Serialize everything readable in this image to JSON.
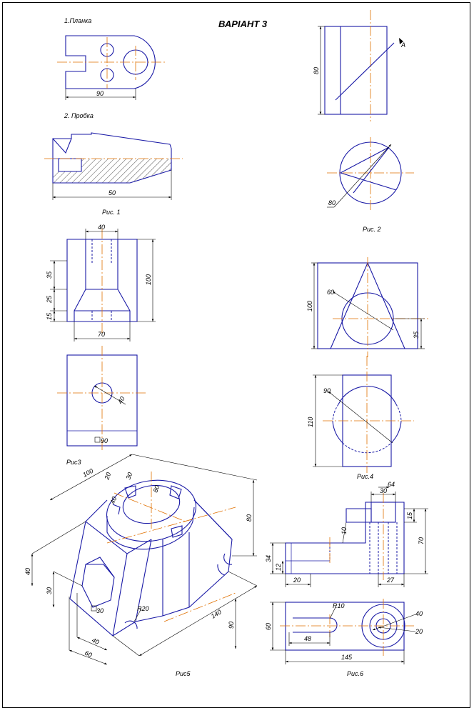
{
  "title": "ВАРІАНТ 3",
  "fig1": {
    "part1_label": "1.Планка",
    "part2_label": "2. Пробка",
    "dim_plate_length": "90",
    "dim_plug_length": "50",
    "caption": "Рис. 1"
  },
  "fig2": {
    "dim_height": "80",
    "dim_diameter": "80",
    "point_label": "A",
    "caption": "Рис. 2"
  },
  "fig3": {
    "dim_top_width": "40",
    "dim_35": "35",
    "dim_25": "25",
    "dim_15": "15",
    "dim_height": "100",
    "dim_base_width": "70",
    "dim_hole": "40",
    "dim_square": "90",
    "caption": "Рис3"
  },
  "fig4": {
    "dim_sphere_top": "60",
    "dim_height_top": "100",
    "dim_35": "35",
    "dim_sphere_bottom": "90",
    "dim_height_bottom": "110",
    "caption": "Рис.4"
  },
  "fig5": {
    "dim_100": "100",
    "dim_20": "20",
    "dim_30_top": "30",
    "dim_d80": "80",
    "dim_d40": "40",
    "dim_80": "80",
    "dim_40": "40",
    "dim_30": "30",
    "dim_square": "30",
    "dim_r20": "R20",
    "dim_140": "140",
    "dim_90": "90",
    "dim_40_bottom": "40",
    "dim_60": "60",
    "caption": "Рис5"
  },
  "fig6": {
    "dim_d64": "64",
    "dim_30": "30",
    "dim_15": "15",
    "dim_10": "10",
    "dim_70": "70",
    "dim_34": "34",
    "dim_12": "12",
    "dim_20": "20",
    "dim_27": "27",
    "dim_r10": "R10",
    "dim_60": "60",
    "dim_48": "48",
    "dim_d40": "40",
    "dim_d20": "20",
    "dim_145": "145",
    "caption": "Рис.6"
  }
}
